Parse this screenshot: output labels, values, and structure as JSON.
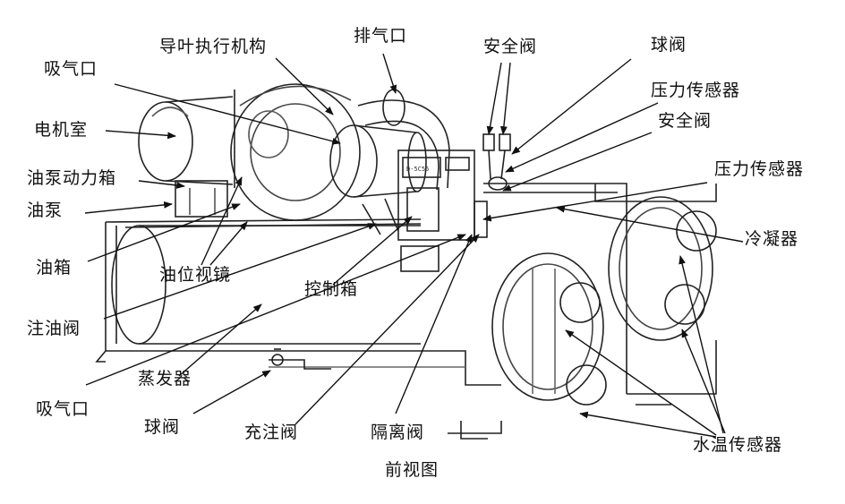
{
  "labels": {
    "inlet_top": "吸气口",
    "vane_actuator": "导叶执行机构",
    "exhaust": "排气口",
    "relief_valve_top": "安全阀",
    "ball_valve_top": "球阀",
    "pressure_sensor_top": "压力传感器",
    "relief_valve_mid": "安全阀",
    "pressure_sensor_mid": "压力传感器",
    "motor_room": "电机室",
    "oil_pump_power": "油泵动力箱",
    "oil_pump": "油泵",
    "oil_tank": "油箱",
    "oil_sight_glass": "油位视镜",
    "control_box": "控制箱",
    "condenser": "冷凝器",
    "oil_fill_valve": "注油阀",
    "evaporator": "蒸发器",
    "inlet_bottom": "吸气口",
    "ball_valve_bottom": "球阀",
    "charge_valve": "充注阀",
    "isolation_valve": "隔离阀",
    "water_temp_sensor": "水温传感器",
    "caption": "前视图"
  },
  "panel_text": "D-5C55"
}
